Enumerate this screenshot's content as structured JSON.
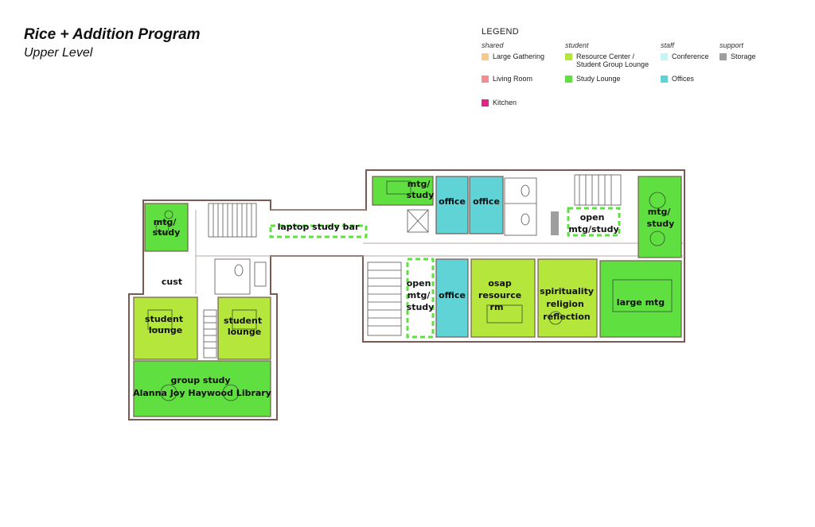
{
  "header": {
    "title": "Rice + Addition Program",
    "subtitle": "Upper Level"
  },
  "legend": {
    "heading": "LEGEND",
    "categories": {
      "shared": "shared",
      "student": "student",
      "staff": "staff",
      "support": "support"
    },
    "items": {
      "large_gathering": "Large Gathering",
      "living_room": "Living Room",
      "kitchen": "Kitchen",
      "resource_center": "Resource Center / Student Group Lounge",
      "study_lounge": "Study Lounge",
      "conference": "Conference",
      "offices": "Offices",
      "storage": "Storage"
    },
    "colors": {
      "large_gathering": "#f7c98a",
      "living_room": "#f28e8e",
      "kitchen": "#e8208c",
      "resource_center": "#b5e63c",
      "study_lounge": "#5fe040",
      "conference": "#c5f5f5",
      "offices": "#5fd3d6",
      "storage": "#9e9e9e"
    }
  },
  "rooms": {
    "mtg_study_west": [
      "mtg/",
      "study"
    ],
    "cust": "cust",
    "laptop_bar": "laptop study bar",
    "student_lounge_a": [
      "student",
      "lounge"
    ],
    "student_lounge_b": [
      "student",
      "lounge"
    ],
    "group_study": [
      "group study",
      "Alanna Joy Haywood Library"
    ],
    "mtg_study_north": [
      "mtg/",
      "study"
    ],
    "office_1": "office",
    "office_2": "office",
    "open_mtg_study_ne": [
      "open",
      "mtg/study"
    ],
    "mtg_study_east": [
      "mtg/",
      "study"
    ],
    "open_mtg_study_s": [
      "open",
      "mtg/",
      "study"
    ],
    "office_3": "office",
    "osap": [
      "osap",
      "resource",
      "rm"
    ],
    "spirituality": [
      "spirituality",
      "religion",
      "reflection"
    ],
    "large_mtg": "large mtg"
  }
}
